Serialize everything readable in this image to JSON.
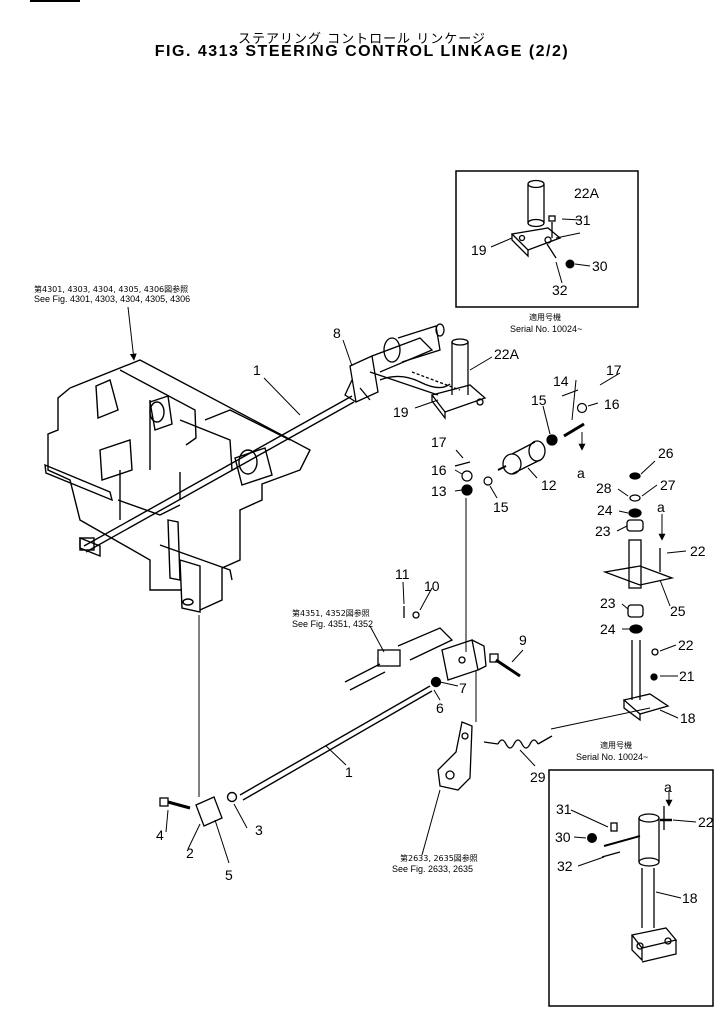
{
  "header": {
    "title_jp": "ステアリング コントロール リンケージ",
    "title_en": "FIG. 4313  STEERING CONTROL LINKAGE  (2/2)"
  },
  "references": {
    "frame_jp": "第4301, 4303, 4304, 4305, 4306図参照",
    "frame_en": "See Fig. 4301, 4303, 4304, 4305, 4306",
    "cable_jp": "第4351, 4352図参照",
    "cable_en": "See Fig. 4351, 4352",
    "lever_jp": "第2633, 2635図参照",
    "lever_en": "See Fig. 2633, 2635"
  },
  "insets": {
    "top": {
      "serial_jp": "適用号機",
      "serial_en": "Serial No. 10024~"
    },
    "bottom": {
      "serial_jp": "適用号機",
      "serial_en": "Serial No. 10024~"
    }
  },
  "callouts": {
    "c1a": "1",
    "c1b": "1",
    "c2": "2",
    "c3": "3",
    "c4": "4",
    "c5": "5",
    "c6": "6",
    "c7": "7",
    "c8": "8",
    "c9": "9",
    "c10": "10",
    "c11": "11",
    "c12": "12",
    "c13": "13",
    "c14": "14",
    "c15a": "15",
    "c15b": "15",
    "c16a": "16",
    "c16b": "16",
    "c17a": "17",
    "c17b": "17",
    "c18a": "18",
    "c18b": "18",
    "c19a": "19",
    "c19b": "19",
    "c21": "21",
    "c22a": "22",
    "c22b": "22",
    "c22c": "22",
    "c22Aa": "22A",
    "c22Ab": "22A",
    "c23a": "23",
    "c23b": "23",
    "c24a": "24",
    "c24b": "24",
    "c25": "25",
    "c26": "26",
    "c27": "27",
    "c28": "28",
    "c29": "29",
    "c30a": "30",
    "c30b": "30",
    "c31a": "31",
    "c31b": "31",
    "c32a": "32",
    "c32b": "32",
    "ca1": "a",
    "ca2": "a",
    "ca3": "a"
  }
}
